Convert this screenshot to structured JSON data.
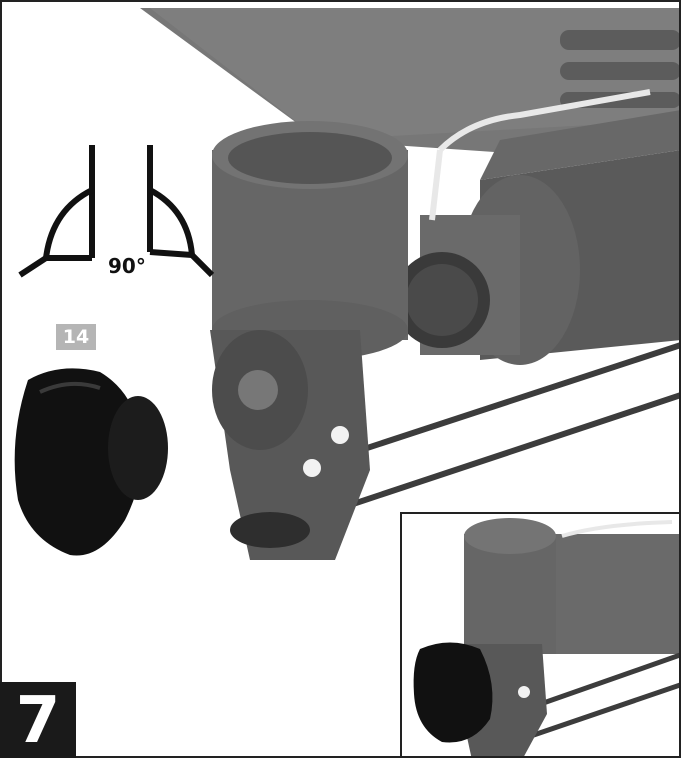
{
  "step": {
    "number": "7"
  },
  "angle": {
    "label": "90°"
  },
  "part": {
    "number": "14"
  },
  "colors": {
    "metal": "#6b6b6b",
    "metal_dark": "#4e4e4e",
    "metal_light": "#858585",
    "knob": "#111111",
    "badge": "#b5b5b5",
    "frame": "#222222"
  },
  "icons": {
    "angle_diagram": "bevel-90-degree-icon",
    "knob": "star-knob-icon",
    "assembly": "winch-assembly-illustration"
  }
}
